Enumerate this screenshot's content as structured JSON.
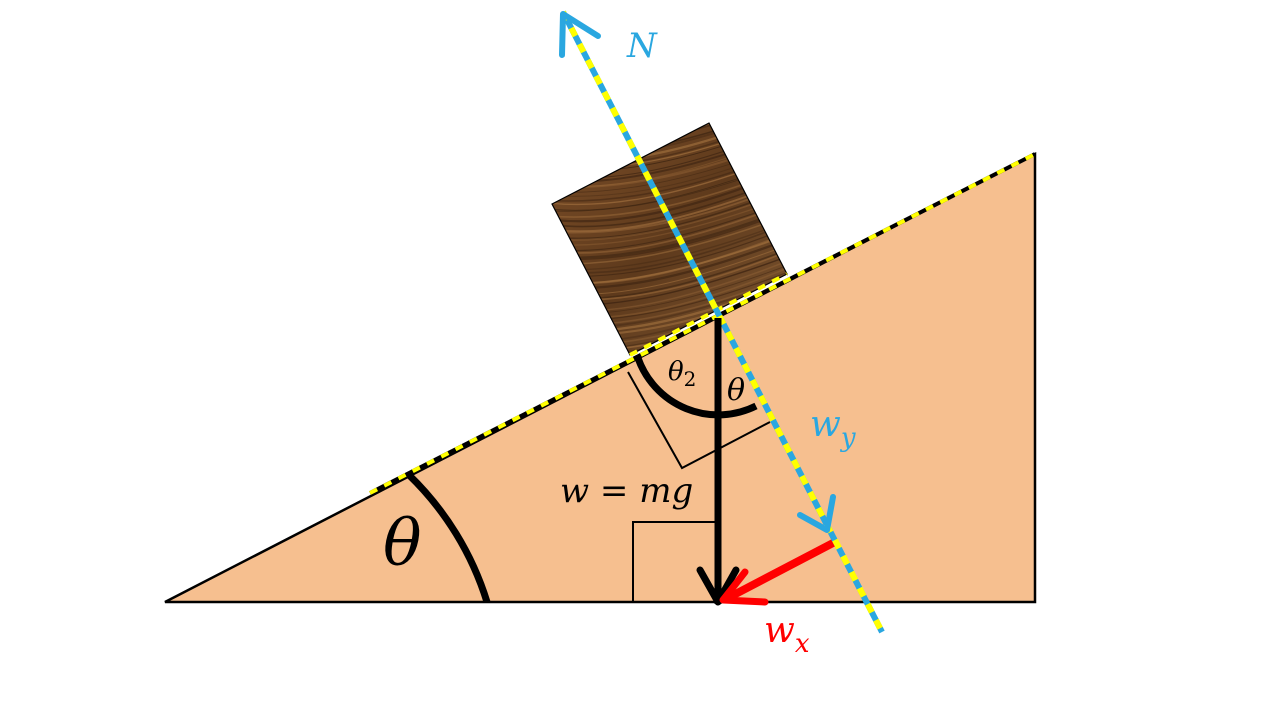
{
  "labels": {
    "normal": "N",
    "wy_base": "w",
    "wy_sub": "y",
    "wx_base": "w",
    "wx_sub": "x",
    "weight_eq": "w = mg",
    "theta_incline": "θ",
    "theta_small": "θ",
    "theta2_base": "θ",
    "theta2_sub": "2"
  },
  "colors": {
    "incline_fill": "#f6bf8f",
    "outline": "#000000",
    "normal_arrow": "#2aa7e0",
    "guide_dash": "#ffff00",
    "wx_arrow": "#ff0000",
    "weight_arrow": "#000000",
    "block_base": "#6b4423",
    "block_grain_light": "#9a6a3a",
    "block_grain_dark": "#3e2512"
  },
  "icons": {
    "normal_arrowhead": "arrowhead-up-left",
    "wy_arrowhead": "arrowhead-down-right",
    "wx_arrowhead": "arrowhead-left",
    "weight_arrowhead": "arrowhead-down"
  }
}
